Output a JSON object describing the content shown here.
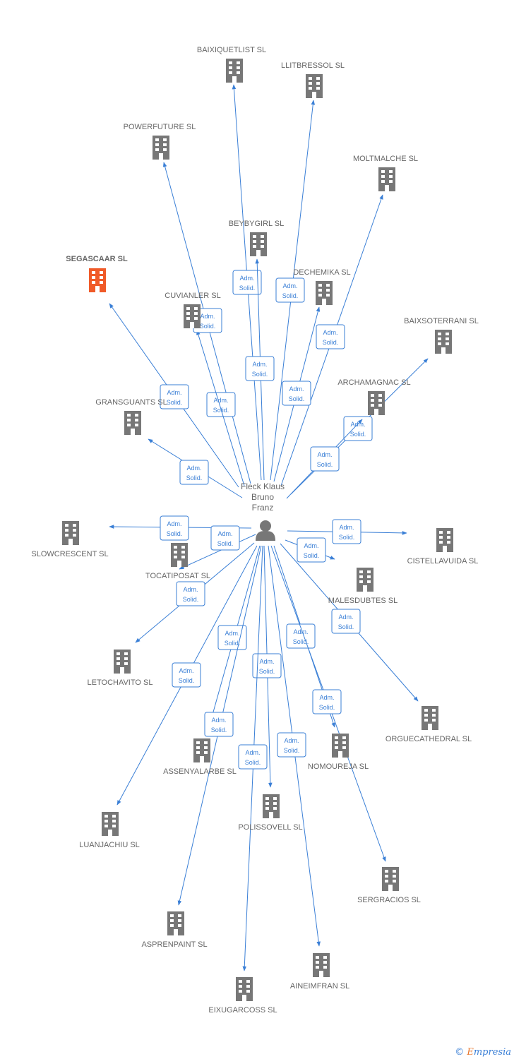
{
  "person": {
    "name_lines": [
      "Fleck Klaus",
      "Bruno",
      "Franz"
    ],
    "icon": "person-icon"
  },
  "edge_label_lines": [
    "Adm.",
    "Solid."
  ],
  "colors": {
    "edge": "#3a7fd6",
    "building": "#777777",
    "highlight_building": "#f05a28"
  },
  "companies": [
    {
      "name": "BAIXIQUETLIST SL",
      "highlight": false
    },
    {
      "name": "LLITBRESSOL SL",
      "highlight": false
    },
    {
      "name": "POWERFUTURE SL",
      "highlight": false
    },
    {
      "name": "MOLTMALCHE SL",
      "highlight": false
    },
    {
      "name": "BEYBYGIRL SL",
      "highlight": false
    },
    {
      "name": "SEGASCAAR SL",
      "highlight": true
    },
    {
      "name": "DECHEMIKA SL",
      "highlight": false
    },
    {
      "name": "CUVIANLER SL",
      "highlight": false
    },
    {
      "name": "BAIXSOTERRANI SL",
      "highlight": false
    },
    {
      "name": "ARCHAMAGNAC SL",
      "highlight": false
    },
    {
      "name": "GRANSGUANTS SL",
      "highlight": false
    },
    {
      "name": "SLOWCRESCENT SL",
      "highlight": false
    },
    {
      "name": "TOCATIPOSAT SL",
      "highlight": false
    },
    {
      "name": "CISTELLAVUIDA SL",
      "highlight": false
    },
    {
      "name": "MALESDUBTES SL",
      "highlight": false
    },
    {
      "name": "LETOCHAVITO SL",
      "highlight": false
    },
    {
      "name": "ORGUECATHEDRAL SL",
      "highlight": false
    },
    {
      "name": "ASSENYALARBE SL",
      "highlight": false
    },
    {
      "name": "NOMOUREJA SL",
      "highlight": false
    },
    {
      "name": "POLISSOVELL SL",
      "highlight": false
    },
    {
      "name": "LUANJACHIU SL",
      "highlight": false
    },
    {
      "name": "SERGRACIOS SL",
      "highlight": false
    },
    {
      "name": "ASPRENPAINT SL",
      "highlight": false
    },
    {
      "name": "AINEIMFRAN SL",
      "highlight": false
    },
    {
      "name": "EIXUGARCOSS SL",
      "highlight": false
    }
  ],
  "footer": {
    "copyright": "©",
    "brand_initial": "E",
    "brand_rest": "mpresia"
  }
}
